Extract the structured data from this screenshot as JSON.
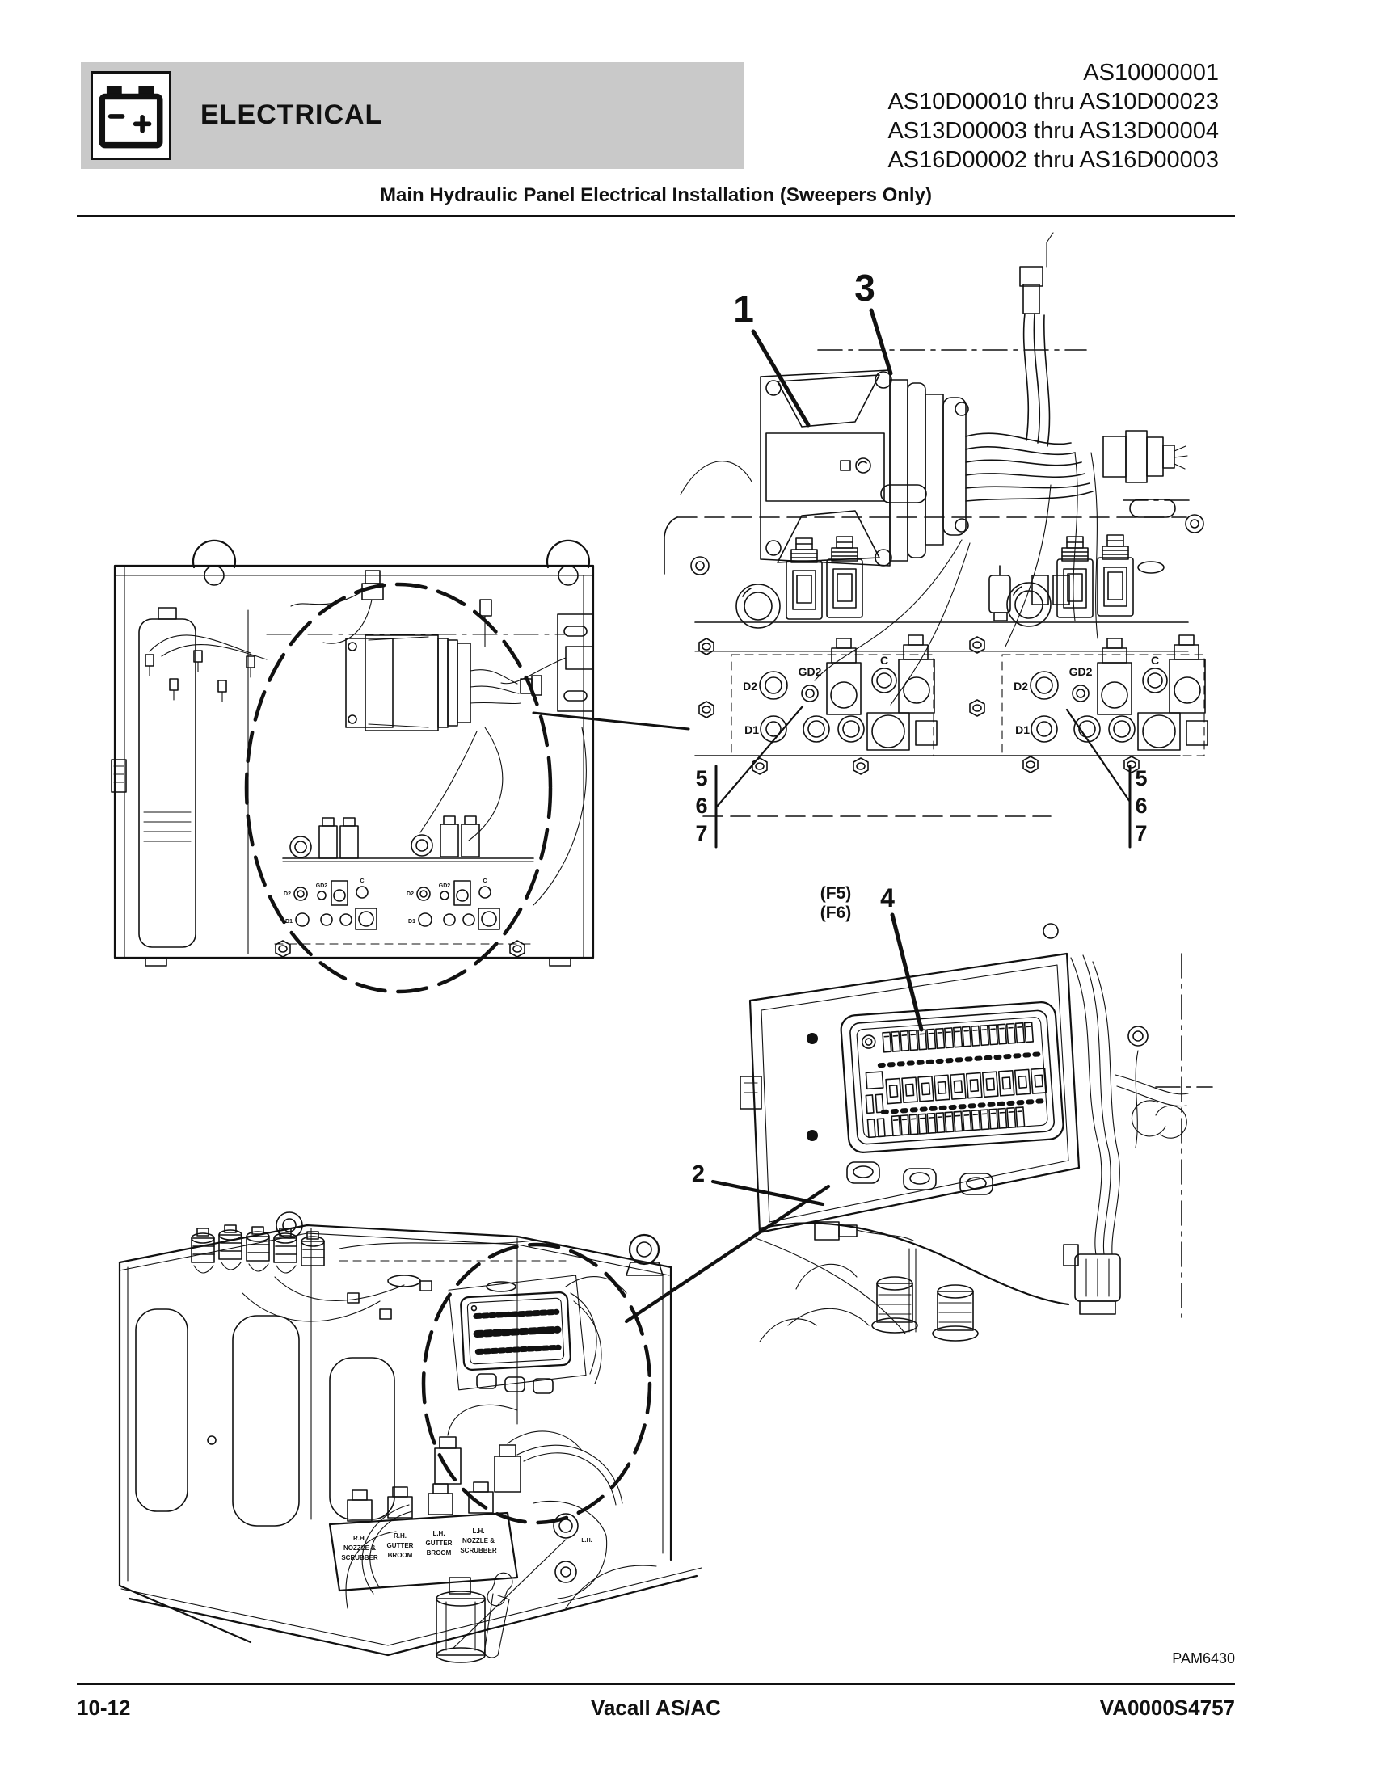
{
  "colors": {
    "banner_bg": "#c9c9c9",
    "ink": "#111111"
  },
  "header": {
    "section_label": "ELECTRICAL",
    "serial_lines": [
      "AS10000001",
      "AS10D00010 thru AS10D00023",
      "AS13D00003 thru AS13D00004",
      "AS16D00002 thru AS16D00003"
    ]
  },
  "title": "Main Hydraulic Panel Electrical Installation (Sweepers Only)",
  "callouts": {
    "one": "1",
    "two": "2",
    "three": "3",
    "four": "4",
    "five": "5",
    "six": "6",
    "seven": "7"
  },
  "fuse_refs": {
    "f5": "(F5)",
    "f6": "(F6)"
  },
  "ports": {
    "d2": "D2",
    "gd2": "GD2",
    "c": "C",
    "d1": "D1"
  },
  "valve_labels": [
    {
      "l1": "R.H.",
      "l2": "NOZZLE &",
      "l3": "SCRUBBER"
    },
    {
      "l1": "R.H.",
      "l2": "GUTTER",
      "l3": "BROOM"
    },
    {
      "l1": "L.H.",
      "l2": "GUTTER",
      "l3": "BROOM"
    },
    {
      "l1": "L.H.",
      "l2": "NOZZLE &",
      "l3": "SCRUBBER"
    }
  ],
  "pump_label": "L.H.",
  "figure_code": "PAM6430",
  "footer": {
    "page_number": "10-12",
    "model": "Vacall AS/AC",
    "doc_number": "VA0000S4757"
  }
}
